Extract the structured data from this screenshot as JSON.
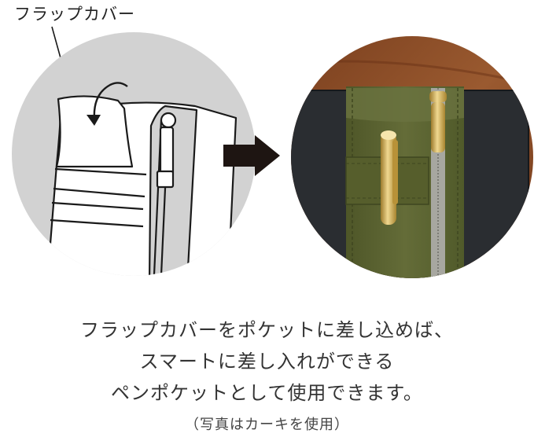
{
  "label": "フラップカバー",
  "caption": {
    "line1": "フラップカバーをポケットに差し込めば、",
    "line2": "スマートに差し入れができる",
    "line3": "ペンポケットとして使用できます。",
    "note": "（写真はカーキを使用）"
  },
  "colors": {
    "circle_gray": "#d2d2d2",
    "line_art": "#1a1a1a",
    "arrow": "#1e1512",
    "wood": "#8a4e28",
    "cover_black": "#2a2d31",
    "khaki": "#5c6432",
    "gold": "#c9a64e"
  },
  "icons": {
    "arrow": "right-arrow-icon",
    "curved_arrow": "curved-arrow-icon"
  }
}
